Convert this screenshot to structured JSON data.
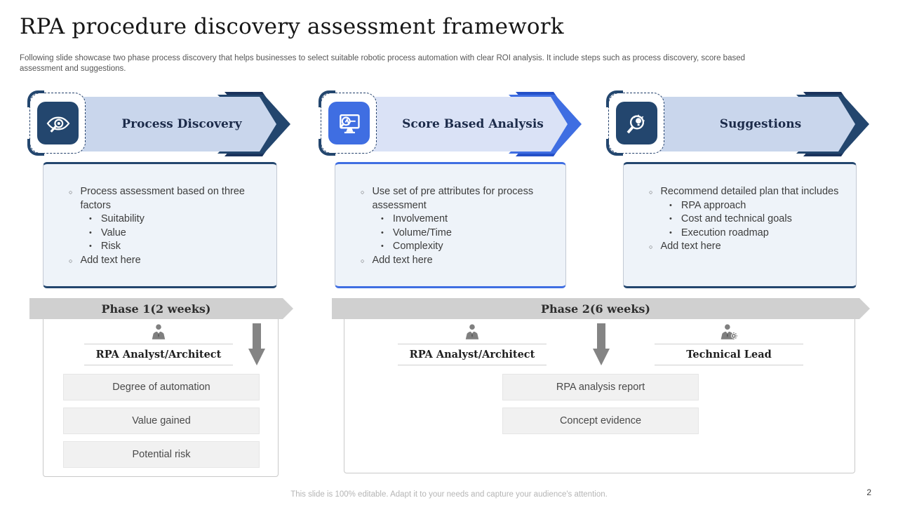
{
  "title": "RPA procedure discovery assessment framework",
  "subtitle": "Following slide showcase two phase process discovery that helps businesses to select suitable robotic process automation with clear ROI analysis. It include steps such as process discovery, score based assessment and suggestions.",
  "footer": "This slide is 100% editable. Adapt it to your needs and capture your audience's attention.",
  "page_number": "2",
  "theme": {
    "navy": "#23466E",
    "navy_dark": "#1A335C",
    "blue": "#3F6EE2",
    "blue_dark": "#2450C8",
    "banner_light": "#C9D6EC",
    "banner_light2": "#DAE2F6",
    "box_bg": "#EEF3F9",
    "gray_bar": "#D0D0D0",
    "gray_icon": "#7F7F7F"
  },
  "columns": [
    {
      "header": "Process Discovery",
      "icon": "eye-magnifier-icon",
      "bullets": [
        {
          "text": "Process assessment based on three factors",
          "subs": [
            "Suitability",
            "Value",
            "Risk"
          ]
        },
        {
          "text": "Add text here",
          "subs": []
        }
      ]
    },
    {
      "header": "Score Based Analysis",
      "icon": "monitor-magnifier-icon",
      "bullets": [
        {
          "text": "Use set of pre attributes for process assessment",
          "subs": [
            "Involvement",
            "Volume/Time",
            "Complexity"
          ]
        },
        {
          "text": "Add text here",
          "subs": []
        }
      ]
    },
    {
      "header": "Suggestions",
      "icon": "bulb-magnifier-icon",
      "bullets": [
        {
          "text": "Recommend detailed plan that includes",
          "subs": [
            "RPA approach",
            "Cost and technical goals",
            "Execution roadmap"
          ]
        },
        {
          "text": "Add text here",
          "subs": []
        }
      ]
    }
  ],
  "phases": [
    {
      "label": "Phase 1(2 weeks)",
      "roles": [
        {
          "name": "RPA Analyst/Architect",
          "icon": "analyst-person-icon"
        }
      ],
      "deliverables": [
        "Degree of automation",
        "Value gained",
        "Potential risk"
      ]
    },
    {
      "label": "Phase 2(6 weeks)",
      "roles": [
        {
          "name": "RPA Analyst/Architect",
          "icon": "analyst-person-icon"
        },
        {
          "name": "Technical Lead",
          "icon": "technical-lead-gear-icon"
        }
      ],
      "deliverables": [
        "RPA analysis report",
        "Concept evidence"
      ]
    }
  ]
}
